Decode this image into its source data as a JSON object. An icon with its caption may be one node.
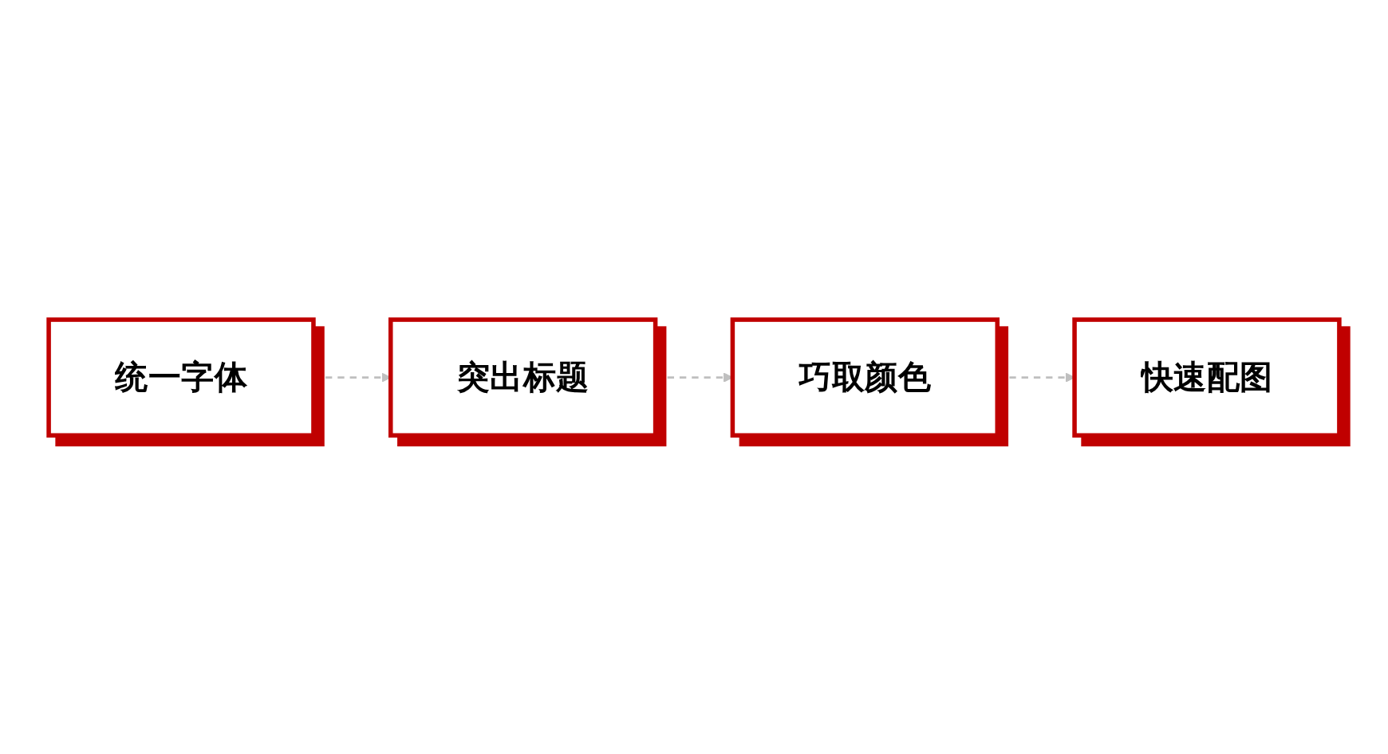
{
  "diagram": {
    "nodes": [
      {
        "text": [
          "统一字体"
        ]
      },
      {
        "text": [
          "突出标题"
        ]
      },
      {
        "text": [
          "巧取颜色"
        ]
      },
      {
        "text": [
          "快速配图"
        ]
      }
    ],
    "edges": [
      {
        "from": 0,
        "to": 1,
        "arrow": "to",
        "style": "dashed"
      },
      {
        "from": 1,
        "to": 2,
        "arrow": "to",
        "style": "dashed"
      },
      {
        "from": 2,
        "to": 3,
        "arrow": "to",
        "style": "dashed"
      }
    ]
  }
}
